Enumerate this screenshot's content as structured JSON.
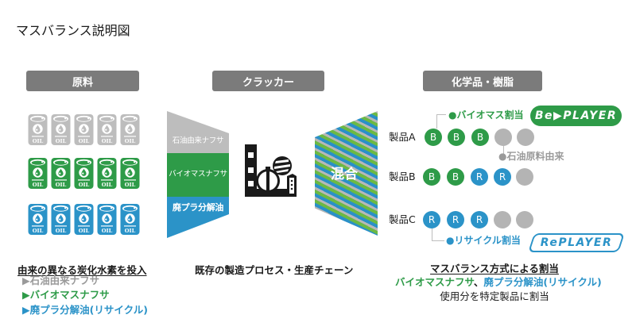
{
  "title": "マスバランス説明図",
  "colors": {
    "header_bg": "#7b7b7b",
    "gray": "#bdbdbd",
    "green": "#2e9b48",
    "blue": "#2b93c8",
    "dark": "#1a1a1a",
    "circle_gray": "#b4b4b4",
    "annotation_gray": "#9a9a9a",
    "stripe_blue": "#2a90c8",
    "stripe_green": "#6cb944",
    "stripe_gray": "#b8b8b8"
  },
  "columns": {
    "raw_materials": {
      "label": "原料"
    },
    "cracker": {
      "label": "クラッカー"
    },
    "products": {
      "label": "化学品・樹脂"
    }
  },
  "barrels": {
    "label": "OIL",
    "rows": [
      {
        "type": "petroleum",
        "count": 5
      },
      {
        "type": "biomass",
        "count": 5
      },
      {
        "type": "recycled",
        "count": 5
      }
    ]
  },
  "funnel": {
    "bands": [
      {
        "label": "石油由来ナフサ"
      },
      {
        "label": "バイオマスナフサ"
      },
      {
        "label": "廃プラ分解油"
      }
    ]
  },
  "mix": {
    "label": "混合"
  },
  "products": {
    "rows": [
      {
        "label": "製品A",
        "items": [
          "B",
          "B",
          "B",
          "",
          ""
        ]
      },
      {
        "label": "製品B",
        "items": [
          "B",
          "B",
          "R",
          "R",
          ""
        ]
      },
      {
        "label": "製品C",
        "items": [
          "R",
          "R",
          "R",
          "",
          ""
        ]
      }
    ]
  },
  "annotations": {
    "biomass": "●バイオマス割当",
    "petroleum": "●石油原料由来",
    "recycle": "●リサイクル割当"
  },
  "logos": {
    "beplayer": "Be▶PLAYER",
    "replayer": "RePLAYER"
  },
  "footer": {
    "left": {
      "heading": "由来の異なる炭化水素を投入",
      "items": [
        "▶石油由来ナフサ",
        "▶バイオマスナフサ",
        "▶廃プラ分解油(リサイクル)"
      ]
    },
    "middle": {
      "heading": "既存の製造プロセス・生産チェーン"
    },
    "right": {
      "heading": "マスバランス方式による割当",
      "line2_green": "バイオマスナフサ",
      "line2_sep": "、",
      "line2_blue": "廃プラ分解油(リサイクル)",
      "line3": "使用分を特定製品に割当"
    }
  }
}
